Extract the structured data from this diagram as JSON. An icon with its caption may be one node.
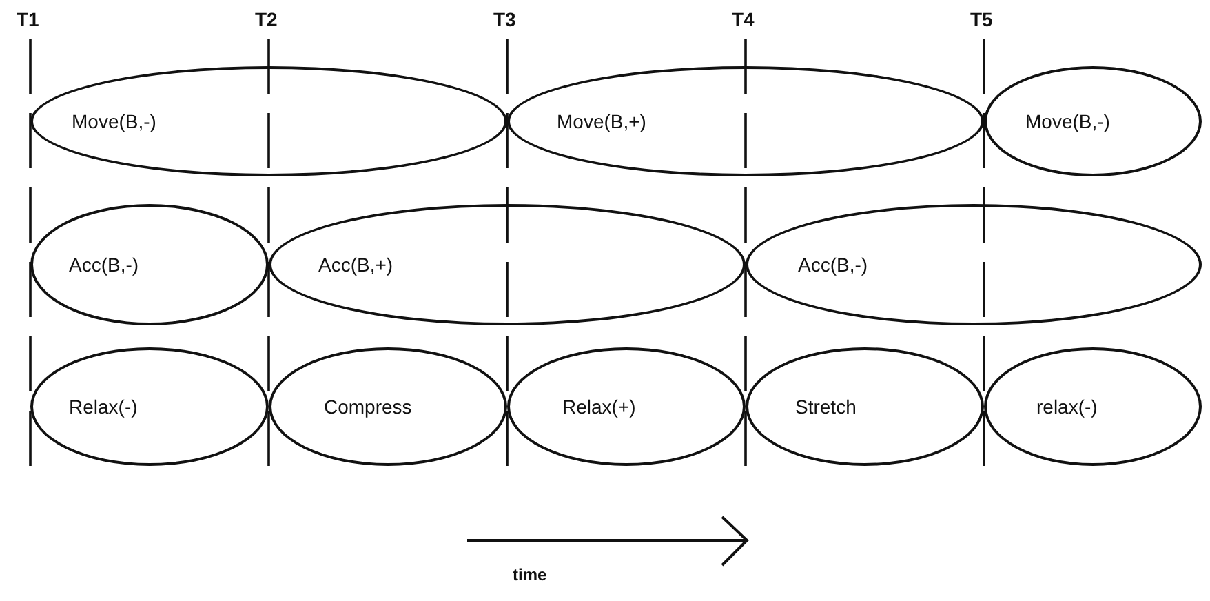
{
  "diagram": {
    "nodes": [
      {
        "text": [
          "Move(B,-)"
        ]
      },
      {
        "text": [
          "Move(B,+)"
        ]
      },
      {
        "text": [
          "Move(B,-)"
        ]
      },
      {
        "text": [
          "Acc(B,-)"
        ]
      },
      {
        "text": [
          "Acc(B,+)"
        ]
      },
      {
        "text": [
          "Acc(B,-)"
        ]
      },
      {
        "text": [
          "Relax(-)"
        ]
      },
      {
        "text": [
          "Compress"
        ]
      },
      {
        "text": [
          "Relax(+)"
        ]
      },
      {
        "text": [
          "Stretch"
        ]
      },
      {
        "text": [
          "relax(-)"
        ]
      }
    ],
    "labels": [
      "T1",
      "T2",
      "T3",
      "T4",
      "T5",
      "time"
    ]
  }
}
